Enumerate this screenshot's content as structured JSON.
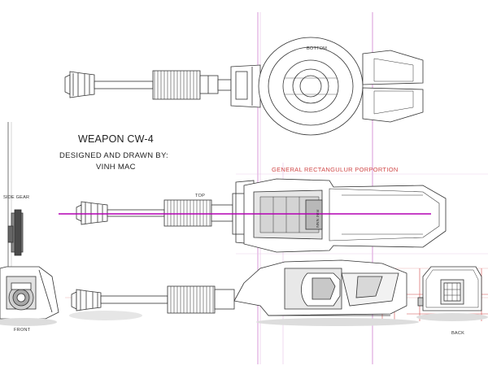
{
  "drawing": {
    "title": "WEAPON CW-4",
    "designed_by_label": "DESIGNED AND DRAWN BY:",
    "designer": "VINH MAC",
    "proportion_note": "GENERAL RECTANGULUR PORPORTION",
    "view_bottom": "BOTTOM",
    "view_top": "TOP",
    "view_side_gear": "SIDE GEAR",
    "view_front": "FRONT",
    "view_back": "BACK",
    "dim_note": "RIM NNN",
    "colors": {
      "guide_line": "#c86cc8",
      "center_line": "#b400b4",
      "red_guide": "#d04848",
      "ink": "#333333",
      "fill_gray": "#b8b8b8",
      "shadow": "#4a4a4a"
    }
  }
}
